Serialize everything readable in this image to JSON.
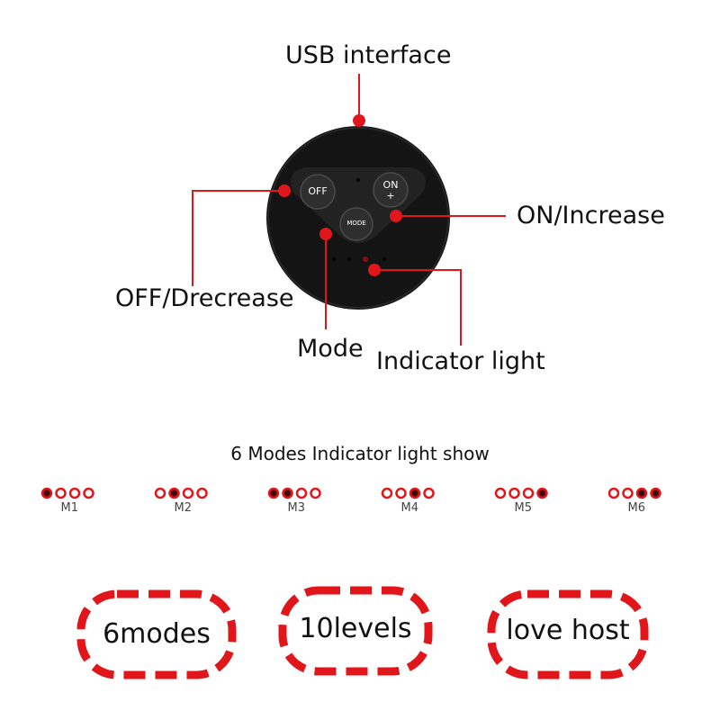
{
  "callouts": {
    "usb": "USB interface",
    "on_increase": "ON/Increase",
    "off_decrease": "OFF/Drecrease",
    "mode": "Mode",
    "indicator": "Indicator light"
  },
  "device": {
    "off_button": "OFF",
    "on_button": "ON",
    "on_button_sub": "+",
    "mode_button": "MODE"
  },
  "modes": {
    "title": "6 Modes Indicator light show",
    "items": [
      {
        "label": "M1",
        "lights": [
          1,
          0,
          0,
          0
        ]
      },
      {
        "label": "M2",
        "lights": [
          0,
          1,
          0,
          0
        ]
      },
      {
        "label": "M3",
        "lights": [
          1,
          1,
          0,
          0
        ]
      },
      {
        "label": "M4",
        "lights": [
          0,
          0,
          1,
          0
        ]
      },
      {
        "label": "M5",
        "lights": [
          0,
          0,
          0,
          1
        ]
      },
      {
        "label": "M6",
        "lights": [
          0,
          0,
          1,
          1
        ]
      }
    ]
  },
  "badges": [
    "6modes",
    "10levels",
    "love host"
  ],
  "colors": {
    "accent": "#e0161b",
    "device_body": "#141414",
    "button": "#2b2b2b"
  }
}
